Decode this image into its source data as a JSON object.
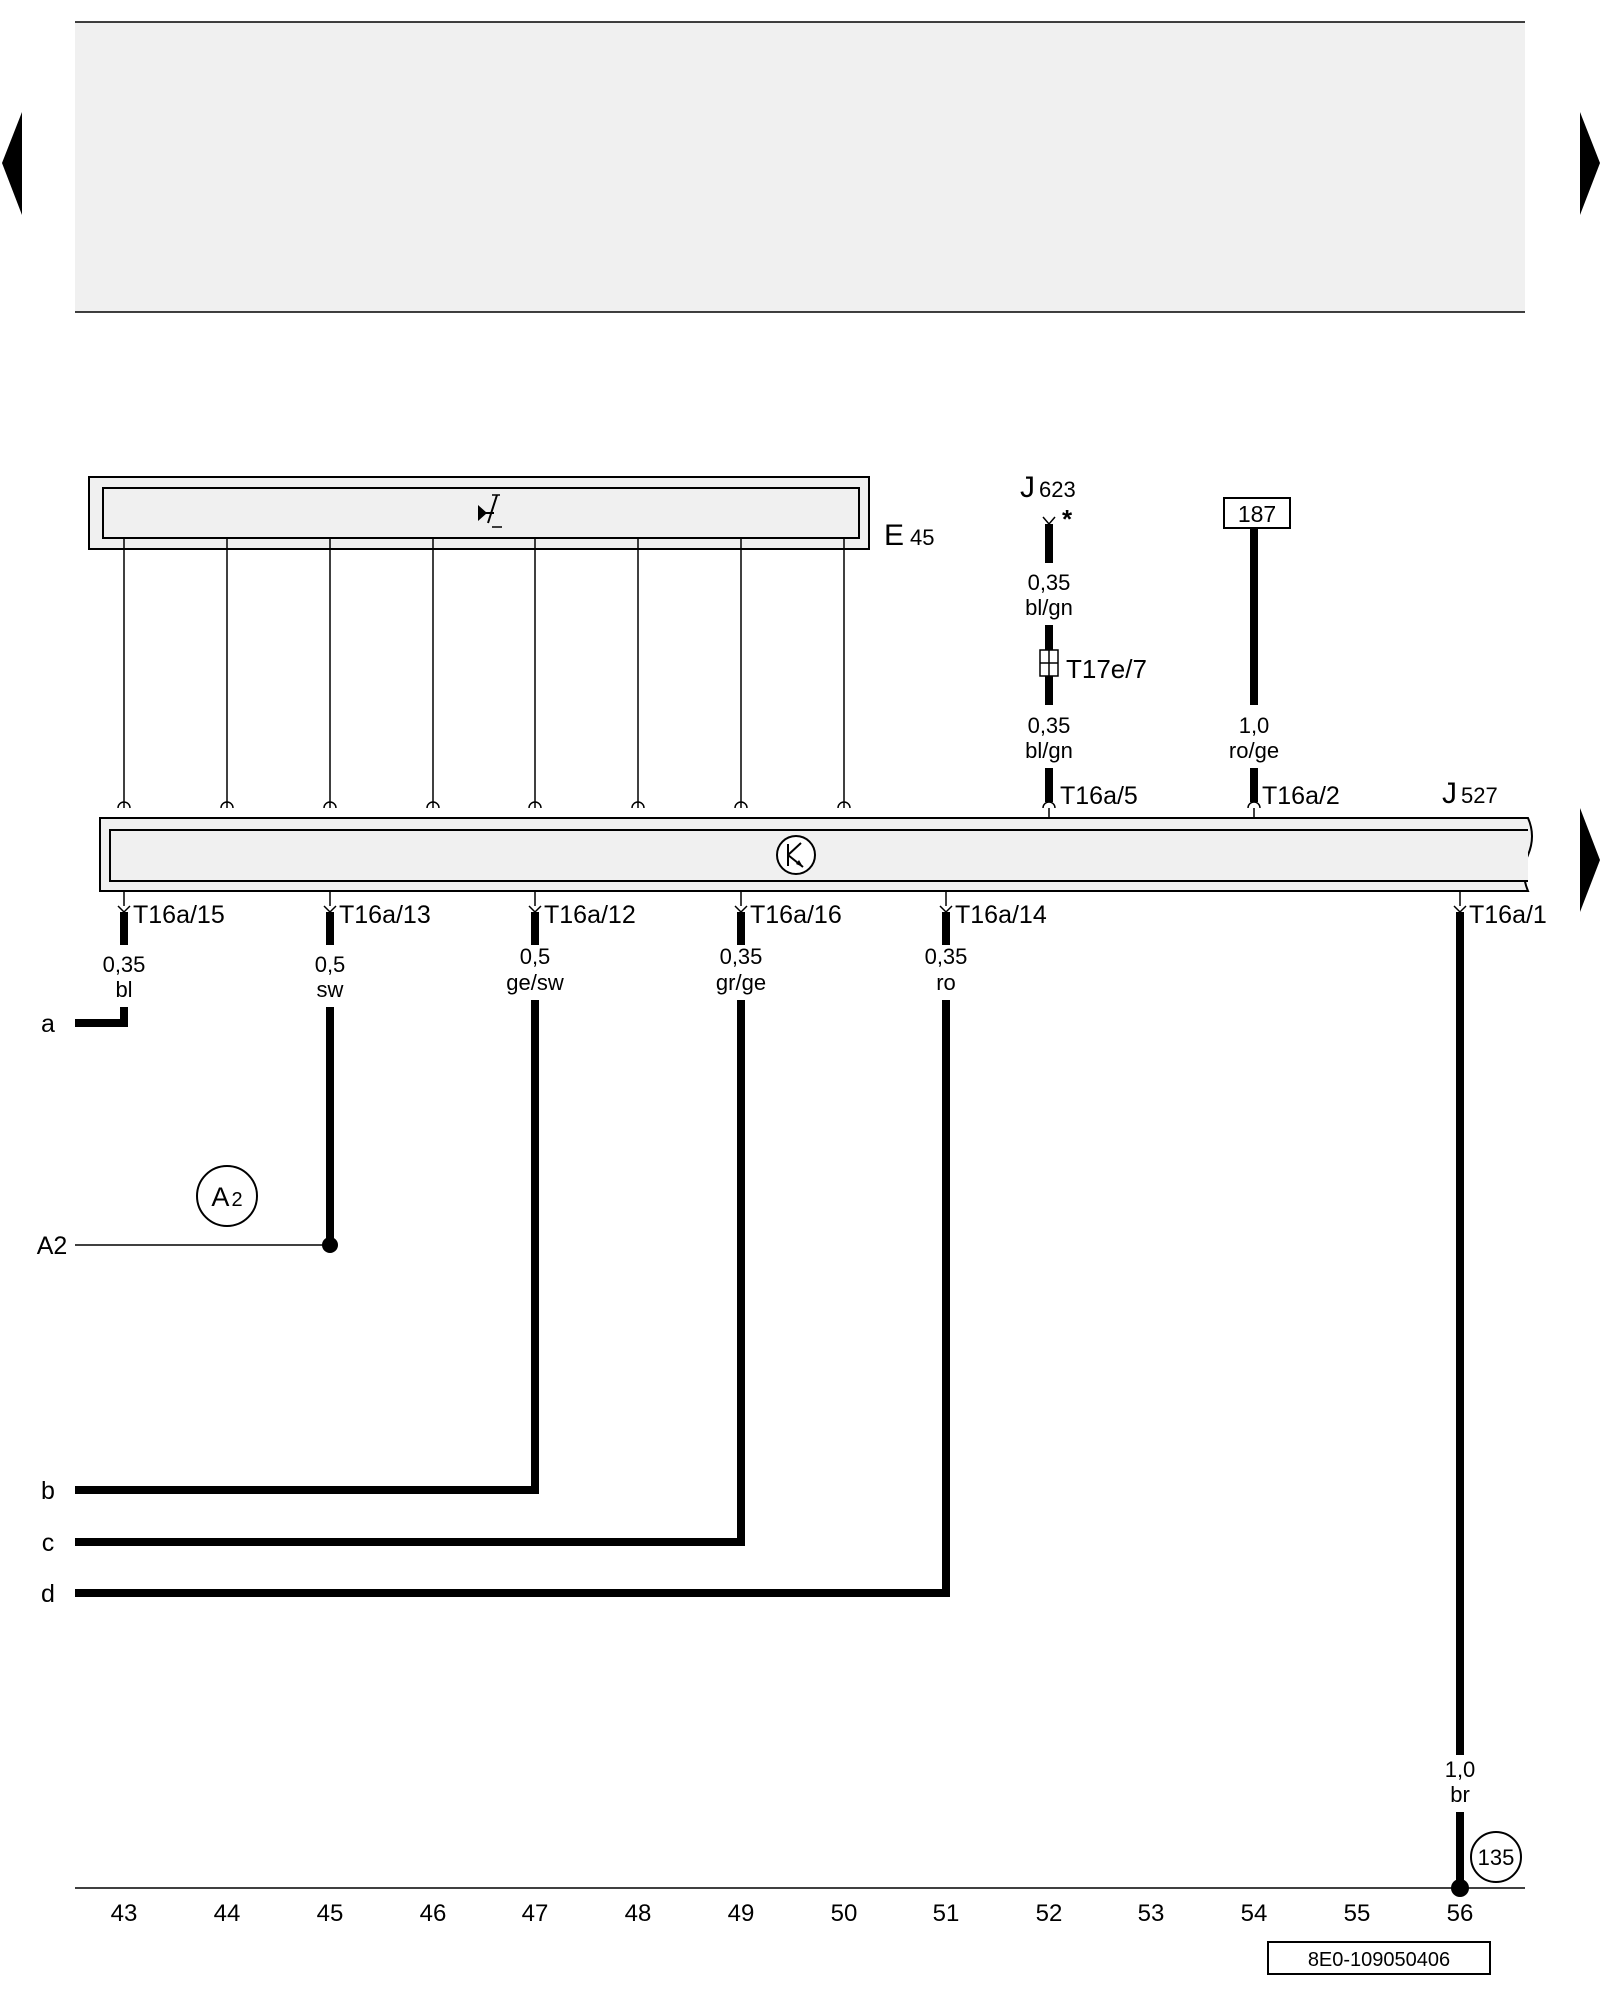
{
  "page": {
    "doc_number": "8E0-109050406"
  },
  "components": {
    "e45": {
      "label": "E",
      "num": "45"
    },
    "j527": {
      "label": "J",
      "num": "527"
    },
    "j623": {
      "label": "J",
      "num": "623",
      "star": "*"
    },
    "ref187": "187",
    "connector_t17e": "T17e/7"
  },
  "upper_wires": {
    "j623_top": {
      "size": "0,35",
      "color": "bl/gn"
    },
    "j623_bottom": {
      "size": "0,35",
      "color": "bl/gn"
    },
    "w187": {
      "size": "1,0",
      "color": "ro/ge"
    }
  },
  "upper_pins": {
    "p5": "T16a/5",
    "p2": "T16a/2"
  },
  "lower_pins": [
    {
      "pin": "T16a/15",
      "size": "0,35",
      "color": "bl"
    },
    {
      "pin": "T16a/13",
      "size": "0,5",
      "color": "sw"
    },
    {
      "pin": "T16a/12",
      "size": "0,5",
      "color": "ge/sw"
    },
    {
      "pin": "T16a/16",
      "size": "0,35",
      "color": "gr/ge"
    },
    {
      "pin": "T16a/14",
      "size": "0,35",
      "color": "ro"
    },
    {
      "pin": "T16a/1",
      "size": "1,0",
      "color": "br"
    }
  ],
  "left_labels": {
    "a": "a",
    "a2": "A2",
    "b": "b",
    "c": "c",
    "d": "d"
  },
  "bubbles": {
    "a2": {
      "letter": "A",
      "num": "2"
    },
    "ground": "135"
  },
  "columns": [
    "43",
    "44",
    "45",
    "46",
    "47",
    "48",
    "49",
    "50",
    "51",
    "52",
    "53",
    "54",
    "55",
    "56"
  ]
}
